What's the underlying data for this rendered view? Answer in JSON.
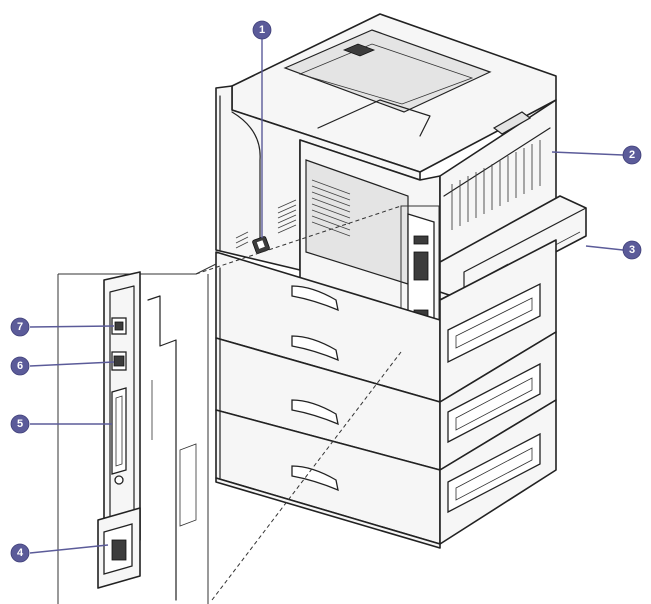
{
  "callouts": [
    {
      "id": "1",
      "label": "1"
    },
    {
      "id": "2",
      "label": "2"
    },
    {
      "id": "3",
      "label": "3"
    },
    {
      "id": "4",
      "label": "4"
    },
    {
      "id": "5",
      "label": "5"
    },
    {
      "id": "6",
      "label": "6"
    },
    {
      "id": "7",
      "label": "7"
    }
  ],
  "colors": {
    "callout_fill": "#5b5b99",
    "line": "#222222",
    "printer_body": "#f6f6f6"
  },
  "icons": [
    "printer-illustration",
    "zoom-inset-ports",
    "callout-markers"
  ]
}
